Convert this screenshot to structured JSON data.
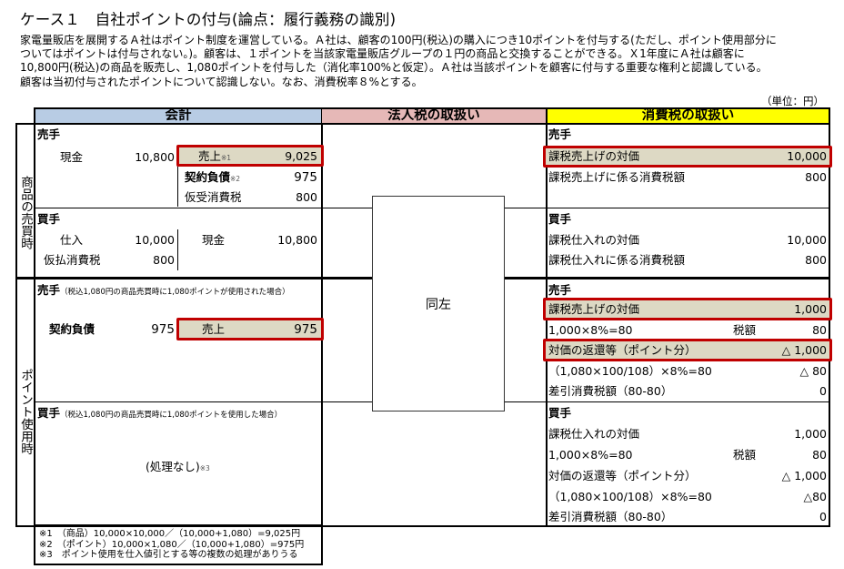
{
  "title": "ケース１　自社ポイントの付与(論点：履行義務の識別)",
  "description": [
    "家電量販店を展開するＡ社はポイント制度を運営している。Ａ社は、顧客の100円(税込)の購入につき10ポイントを付与する(ただし、ポイント使用部分に",
    "ついてはポイントは付与されない。)。顧客は、１ポイントを当該家電量販店グループの１円の商品と交換することができる。Ｘ1年度にＡ社は顧客に",
    "10,800円(税込)の商品を販売し、1,080ポイントを付与した（消化率100%と仮定）。Ａ社は当該ポイントを顧客に付与する重要な権利と認識している。",
    "顧客は当初付与されたポイントについて認識しない。なお、消費税率８%とする。"
  ],
  "unit": "（単位：円）",
  "headers": {
    "accounting": "会計",
    "corporate_tax": "法人税の取扱い",
    "consumption_tax": "消費税の取扱い"
  },
  "colors": {
    "accounting_header": "#b8cce4",
    "corporate_header": "#e6b8b7",
    "consumption_header": "#ffff00",
    "highlight_fill": "#ddd9c4",
    "highlight_border": "#c00000"
  },
  "sections": {
    "sale": {
      "label": "商品の売買時",
      "seller": {
        "heading": "売手",
        "debit": {
          "account": "現金",
          "amount": "10,800"
        },
        "credits": [
          {
            "account": "売上",
            "note": "※1",
            "amount": "9,025",
            "highlighted": true
          },
          {
            "account": "契約負債",
            "note": "※2",
            "amount": "975"
          },
          {
            "account": "仮受消費税",
            "amount": "800"
          }
        ]
      },
      "buyer": {
        "heading": "買手",
        "debits": [
          {
            "account": "仕入",
            "amount": "10,000"
          },
          {
            "account": "仮払消費税",
            "amount": "800"
          }
        ],
        "credit": {
          "account": "現金",
          "amount": "10,800"
        }
      },
      "consumption": {
        "seller_heading": "売手",
        "seller_rows": [
          {
            "label": "課税売上げの対価",
            "amount": "10,000",
            "highlighted": true
          },
          {
            "label": "課税売上げに係る消費税額",
            "amount": "800"
          }
        ],
        "buyer_heading": "買手",
        "buyer_rows": [
          {
            "label": "課税仕入れの対価",
            "amount": "10,000"
          },
          {
            "label": "課税仕入れに係る消費税額",
            "amount": "800"
          }
        ]
      }
    },
    "point_use": {
      "label": "ポイント使用時",
      "seller": {
        "heading": "売手",
        "subnote": "（税込1,080円の商品売買時に1,080ポイントが使用された場合）",
        "debit": {
          "account": "契約負債",
          "amount": "975"
        },
        "credit": {
          "account": "売上",
          "amount": "975",
          "highlighted": true
        }
      },
      "buyer": {
        "heading": "買手",
        "subnote": "（税込1,080円の商品売買時に1,080ポイントを使用した場合）",
        "no_entry": "(処理なし)",
        "no_entry_note": "※3"
      },
      "consumption": {
        "seller_heading": "売手",
        "seller_rows": [
          {
            "label": "課税売上げの対価",
            "mid": "",
            "amount": "1,000",
            "highlighted": true
          },
          {
            "label": "1,000×8%=80",
            "mid": "税額",
            "amount": "80"
          },
          {
            "label": "対価の返還等（ポイント分）",
            "mid": "",
            "amount": "△ 1,000",
            "highlighted": true
          },
          {
            "label": "（1,080×100/108）×8%=80",
            "mid": "",
            "amount": "△ 80"
          },
          {
            "label": "差引消費税額（80-80）",
            "mid": "",
            "amount": "0"
          }
        ],
        "buyer_heading": "買手",
        "buyer_rows": [
          {
            "label": "課税仕入れの対価",
            "mid": "",
            "amount": "1,000"
          },
          {
            "label": "1,000×8%=80",
            "mid": "税額",
            "amount": "80"
          },
          {
            "label": "対価の返還等（ポイント分）",
            "mid": "",
            "amount": "△ 1,000"
          },
          {
            "label": "（1,080×100/108）×8%=80",
            "mid": "",
            "amount": "△80"
          },
          {
            "label": "差引消費税額（80-80）",
            "mid": "",
            "amount": "0"
          }
        ]
      }
    }
  },
  "corporate_tax": {
    "same_as_left": "同左"
  },
  "notes": [
    "※1　（商品）10,000×10,000／（10,000+1,080）=9,025円",
    "※2　（ポイント）10,000×1,080／（10,000+1,080）=975円",
    "※3　ポイント使用を仕入値引とする等の複数の処理がありうる"
  ]
}
